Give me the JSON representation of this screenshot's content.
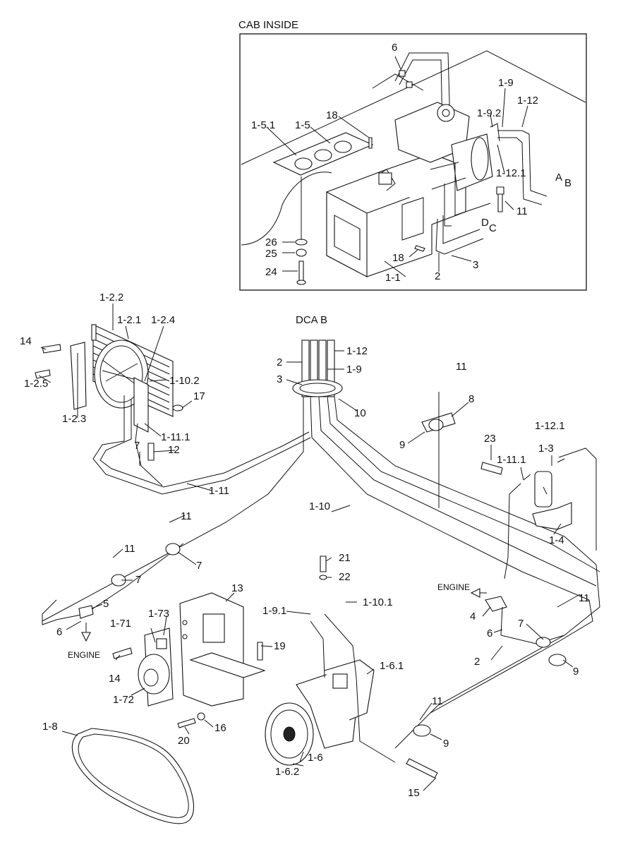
{
  "cab_inside": {
    "title": "CAB INSIDE",
    "labels": {
      "p6": "6",
      "p1_9": "1-9",
      "p1_12": "1-12",
      "p1_9_2": "1-9.2",
      "p18a": "18",
      "p1_5_1": "1-5.1",
      "p1_5": "1-5",
      "p1_12_1": "1-12.1",
      "A": "A",
      "B": "B",
      "p11": "11",
      "D": "D",
      "C": "C",
      "p26": "26",
      "p25": "25",
      "p24": "24",
      "p18b": "18",
      "p1_1": "1-1",
      "p2": "2",
      "p3": "3"
    }
  },
  "main": {
    "labels": {
      "p1_2_2": "1-2.2",
      "p1_2_1": "1-2.1",
      "p1_2_4": "1-2.4",
      "p14a": "14",
      "p1_2_5": "1-2.5",
      "p1_2_3": "1-2.3",
      "p1_10_2": "1-10.2",
      "p17": "17",
      "p1_11_1a": "1-11.1",
      "p7a": "7",
      "p12": "12",
      "p1_11": "1-11",
      "dcab": "DCA B",
      "p2a": "2",
      "p1_12a": "1-12",
      "p1_9a": "1-9",
      "p3a": "3",
      "p10": "10",
      "p1_10": "1-10",
      "p11a": "11",
      "p8": "8",
      "p9a": "9",
      "p23": "23",
      "p1_12_1a": "1-12.1",
      "p1_11_1b": "1-11.1",
      "p1_3": "1-3",
      "p1_4": "1-4",
      "p11b": "11",
      "p7b": "7",
      "p11c": "11",
      "p7c": "7",
      "p5": "5",
      "p6a": "6",
      "engine_a": "ENGINE",
      "p13": "13",
      "p1_73": "1-73",
      "p1_71": "1-71",
      "p14b": "14",
      "p1_72": "1-72",
      "p19": "19",
      "p21": "21",
      "p22": "22",
      "p1_9_1": "1-9.1",
      "p1_10_1": "1-10.1",
      "p1_6_1": "1-6.1",
      "p20": "20",
      "p16": "16",
      "p1_8": "1-8",
      "p1_6": "1-6",
      "p1_6_2": "1-6.2",
      "engine_b": "ENGINE",
      "p11d": "11",
      "p4": "4",
      "p6b": "6",
      "p7d": "7",
      "p2b": "2",
      "p9b": "9",
      "p11e": "11",
      "p9c": "9",
      "p15": "15"
    }
  }
}
